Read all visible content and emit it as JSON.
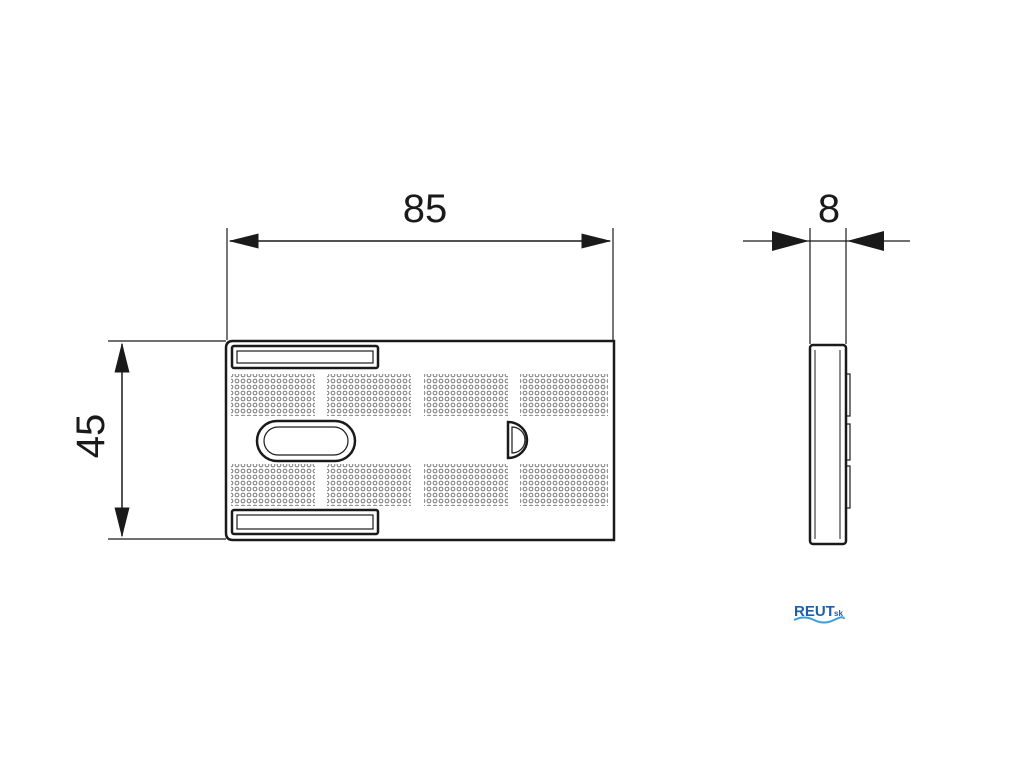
{
  "drawing": {
    "dimensions": {
      "width": {
        "value": "85",
        "unit": ""
      },
      "height": {
        "value": "45",
        "unit": ""
      },
      "thickness": {
        "value": "8",
        "unit": ""
      }
    },
    "logo": {
      "name": "REUT",
      "suffix": "sk",
      "color": "#1f5fa8",
      "wave_color": "#3aa0e0"
    }
  }
}
